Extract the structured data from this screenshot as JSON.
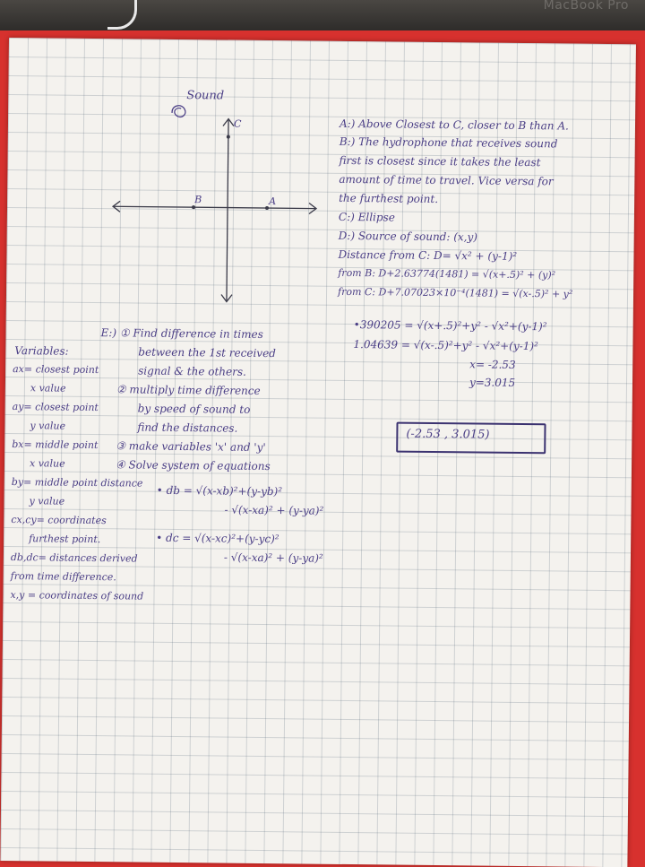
{
  "background": {
    "laptop_label": "MacBook Pro",
    "paper_color": "#f4f2ee",
    "ink_color": "#4b3f86",
    "surface_color": "#d7312e"
  },
  "sketch": {
    "title": "Sound",
    "point_c": "C",
    "point_b": "B",
    "point_a": "A"
  },
  "answers_right": {
    "a": "A:) Above Closest to C, closer to B than A.",
    "b1": "B:) The hydrophone that receives sound",
    "b2": "first is closest since it takes the least",
    "b3": "amount of time to travel. Vice versa for",
    "b4": "the furthest point.",
    "c": "C:) Ellipse",
    "d1": "D:) Source of sound: (x,y)",
    "d2": "Distance from C: D= √x² + (y-1)²",
    "d3": "from B: D+2.63774(1481) = √(x+.5)² + (y)²",
    "d4": "from C: D+7.07023×10⁻⁴(1481) = √(x-.5)² + y²"
  },
  "system": {
    "eq1": "•390205 = √(x+.5)²+y² - √x²+(y-1)²",
    "eq2": "1.04639 = √(x-.5)²+y² - √x²+(y-1)²",
    "x_val": "x= -2.53",
    "y_val": "y=3.015",
    "result": "(-2.53 , 3.015)"
  },
  "part_e": {
    "heading": "E:) ① Find difference in times",
    "line2": "between the 1st received",
    "line3": "signal & the others.",
    "step2": "② multiply time difference",
    "step2b": "by speed of sound to",
    "step2c": "find the distances.",
    "step3": "③ make variables 'x' and 'y'",
    "step4": "④ Solve system of equations"
  },
  "variables": {
    "heading": "Variables:",
    "ax": "ax= closest point",
    "ax2": "x value",
    "ay": "ay= closest point",
    "ay2": "y value",
    "bx": "bx= middle point",
    "bx2": "x value",
    "by": "by= middle point distance",
    "by2": "y value",
    "cxcy": "cx,cy= coordinates",
    "cxcy2": "furthest point.",
    "dbdc": "db,dc= distances derived",
    "dbdc2": "from time difference.",
    "xy": "x,y = coordinates of sound"
  },
  "equations": {
    "db": "• db = √(x-xb)²+(y-yb)²",
    "db2": "- √(x-xa)² + (y-ya)²",
    "dc": "• dc = √(x-xc)²+(y-yc)²",
    "dc2": "- √(x-xa)² + (y-ya)²"
  }
}
